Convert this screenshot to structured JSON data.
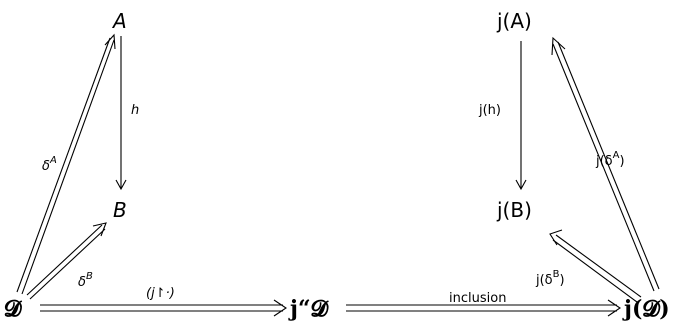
{
  "nodes": {
    "A": "A",
    "B": "B",
    "D": "𝓓",
    "jD_image": "j“𝓓",
    "jD": "j(𝓓)",
    "jA": "j(A)",
    "jB": "j(B)"
  },
  "labels": {
    "h": "h",
    "deltaA": "δ",
    "deltaA_sup": "A",
    "deltaB": "δ",
    "deltaB_sup": "B",
    "jrestrict": "(j↾·)",
    "inclusion": "inclusion",
    "jh": "j(h)",
    "jdeltaA_pre": "j(δ",
    "jdeltaA_sup": "A",
    "jdeltaA_post": ")",
    "jdeltaB_pre": "j(δ",
    "jdeltaB_sup": "B",
    "jdeltaB_post": ")"
  }
}
